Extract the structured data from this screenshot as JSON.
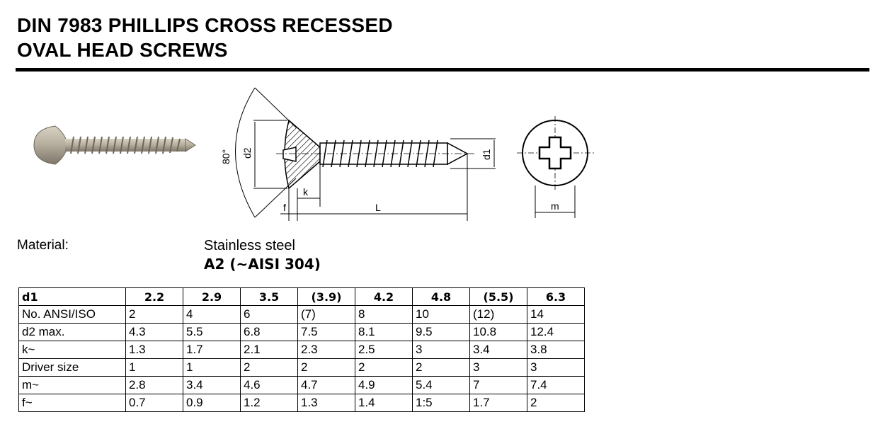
{
  "header": {
    "title_line1": "DIN 7983 PHILLIPS CROSS RECESSED",
    "title_line2": "OVAL HEAD SCREWS"
  },
  "drawing": {
    "angle": "80°",
    "d2": "d2",
    "d1": "d1",
    "k": "k",
    "f": "f",
    "L": "L",
    "m": "m"
  },
  "material": {
    "label": "Material:",
    "value": "Stainless steel",
    "grade": "A2 (~AISI 304)"
  },
  "table": {
    "header": [
      "d1",
      "2.2",
      "2.9",
      "3.5",
      "(3.9)",
      "4.2",
      "4.8",
      "(5.5)",
      "6.3"
    ],
    "rows": [
      {
        "label": "No. ANSI/ISO",
        "values": [
          "2",
          "4",
          "6",
          "(7)",
          "8",
          "10",
          "(12)",
          "14"
        ]
      },
      {
        "label": "d2 max.",
        "values": [
          "4.3",
          "5.5",
          "6.8",
          "7.5",
          "8.1",
          "9.5",
          "10.8",
          "12.4"
        ]
      },
      {
        "label": "k~",
        "values": [
          "1.3",
          "1.7",
          "2.1",
          "2.3",
          "2.5",
          "3",
          "3.4",
          "3.8"
        ]
      },
      {
        "label": "Driver size",
        "values": [
          "1",
          "1",
          "2",
          "2",
          "2",
          "2",
          "3",
          "3"
        ]
      },
      {
        "label": "m~",
        "values": [
          "2.8",
          "3.4",
          "4.6",
          "4.7",
          "4.9",
          "5.4",
          "7",
          "7.4"
        ]
      },
      {
        "label": "f~",
        "values": [
          "0.7",
          "0.9",
          "1.2",
          "1.3",
          "1.4",
          "1:5",
          "1.7",
          "2"
        ]
      }
    ]
  }
}
